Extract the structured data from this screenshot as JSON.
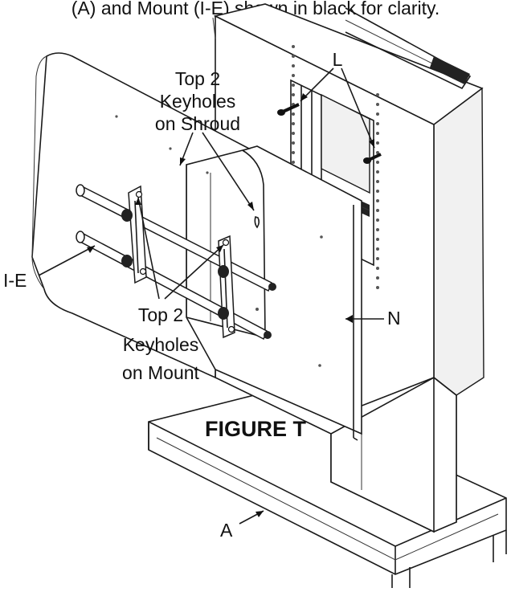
{
  "caption_top": "(A) and Mount (I-E) shown in black for clarity.",
  "figure_title": "FIGURE T",
  "labels": {
    "l": "L",
    "shroud_keyholes": [
      "Top 2",
      "Keyholes",
      "on Shroud"
    ],
    "mount_keyholes": [
      "Top 2",
      "Keyholes",
      "on Mount"
    ],
    "i_e": "I-E",
    "n": "N",
    "a": "A"
  }
}
